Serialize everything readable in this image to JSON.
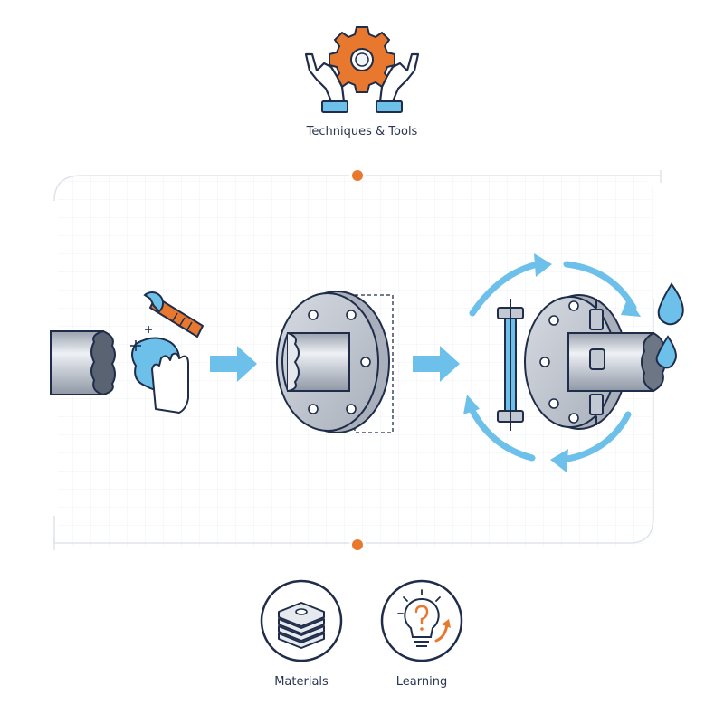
{
  "header": {
    "title": "Techniques & Tools",
    "icon": "hands-gear-icon"
  },
  "process": {
    "steps": [
      {
        "name": "clean-pipe-end",
        "icon": "wrench-wipe-icon"
      },
      {
        "name": "fit-flange",
        "icon": "flange-slip-icon"
      },
      {
        "name": "bolt-and-test",
        "icon": "clamp-rotate-water-icon"
      }
    ]
  },
  "footer": {
    "items": [
      {
        "label": "Materials",
        "icon": "stack-layers-icon"
      },
      {
        "label": "Learning",
        "icon": "lightbulb-question-icon"
      }
    ]
  },
  "colors": {
    "navy": "#1f2d4a",
    "orange": "#e8782e",
    "blue": "#6cc0ea",
    "pipe": "#c3c9d3",
    "grid": "#eef1f6"
  }
}
